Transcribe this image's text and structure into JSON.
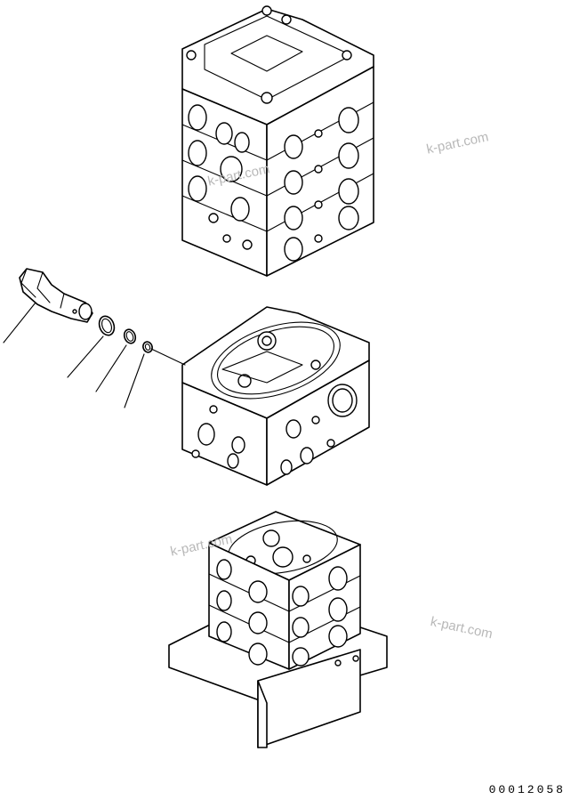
{
  "watermarks": [
    "k-part.com",
    "k-part.com",
    "k-part.com",
    "k-part.com"
  ],
  "document_number": "00012058"
}
